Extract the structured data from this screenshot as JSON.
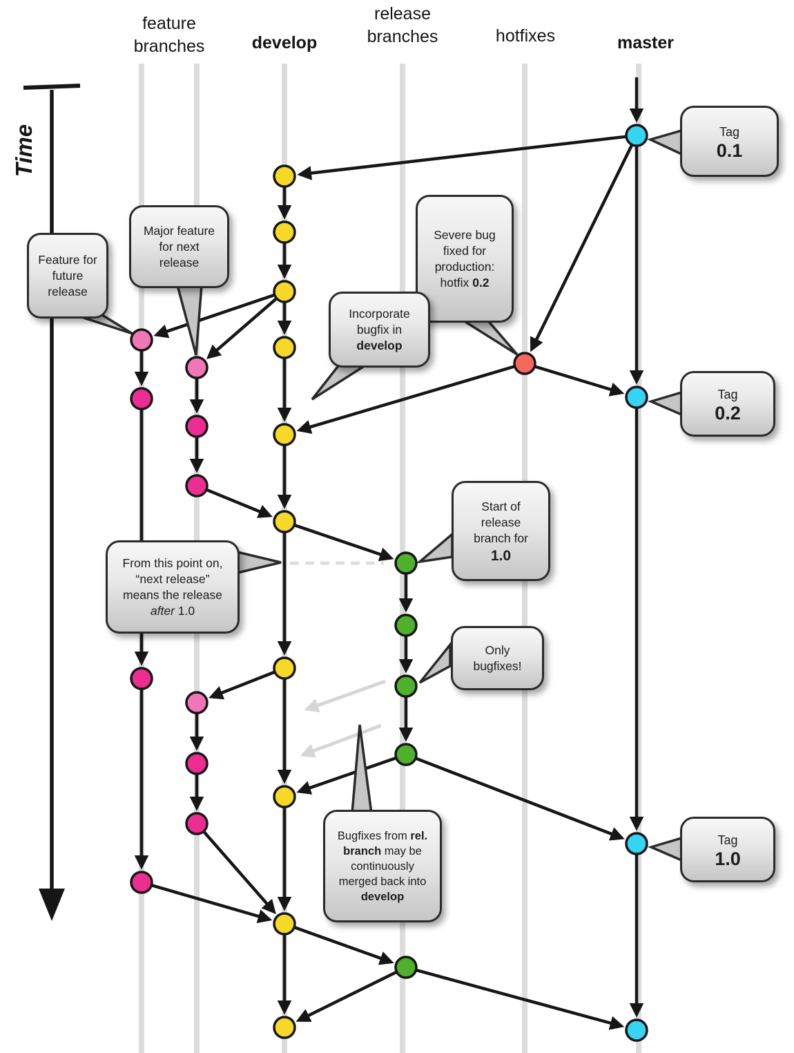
{
  "header": {
    "feature": {
      "line1": "feature",
      "line2": "branches"
    },
    "develop": "develop",
    "release": {
      "line1": "release",
      "line2": "branches"
    },
    "hotfixes": "hotfixes",
    "master": "master"
  },
  "time_label": "Time",
  "colors": {
    "master": "#35d4f2",
    "develop": "#f6d927",
    "release": "#4fb02b",
    "hotfix": "#f6685e",
    "feature_light": "#f277b5",
    "feature_dark": "#ee2d92",
    "lane": "#dcdcdc",
    "faded_arrow": "#d6d6d6",
    "arrow": "#161616",
    "bubble_border": "#2a2a2a"
  },
  "callouts": {
    "tag01": {
      "line1": "Tag",
      "line2": "0.1"
    },
    "tag02": {
      "line1": "Tag",
      "line2": "0.2"
    },
    "tag10": {
      "line1": "Tag",
      "line2": "1.0"
    },
    "major_feature": {
      "text": "Major feature for next release"
    },
    "feature_future": {
      "text": "Feature for future release"
    },
    "severe_bug": {
      "text": "Severe bug fixed for production: hotfix",
      "bold": "0.2"
    },
    "incorporate": {
      "text": "Incorporate bugfix in",
      "bold": "develop"
    },
    "start_release": {
      "text": "Start of release branch for",
      "bold": "1.0"
    },
    "from_this_point": {
      "t1": "From this point on, “next release” means the release",
      "italic": "after",
      "t2": "1.0"
    },
    "only_bugfixes": {
      "text": "Only bugfixes!"
    },
    "bugfixes_from": {
      "t1": "Bugfixes from",
      "b1": "rel. branch",
      "t2": "may be continuously merged back into",
      "b2": "develop"
    }
  },
  "graph": {
    "type": "git-flow-branching-model",
    "tags": [
      "0.1",
      "0.2",
      "1.0"
    ],
    "nodes": [
      {
        "id": "m1",
        "branch": "master",
        "color": "master"
      },
      {
        "id": "m2",
        "branch": "master",
        "color": "master"
      },
      {
        "id": "m3",
        "branch": "master",
        "color": "master"
      },
      {
        "id": "m4",
        "branch": "master",
        "color": "master"
      },
      {
        "id": "h1",
        "branch": "hotfix",
        "color": "hotfix"
      },
      {
        "id": "d1",
        "branch": "develop",
        "color": "develop"
      },
      {
        "id": "d2",
        "branch": "develop",
        "color": "develop"
      },
      {
        "id": "d3",
        "branch": "develop",
        "color": "develop"
      },
      {
        "id": "d4",
        "branch": "develop",
        "color": "develop"
      },
      {
        "id": "d5",
        "branch": "develop",
        "color": "develop"
      },
      {
        "id": "d6",
        "branch": "develop",
        "color": "develop"
      },
      {
        "id": "d7",
        "branch": "develop",
        "color": "develop"
      },
      {
        "id": "d8",
        "branch": "develop",
        "color": "develop"
      },
      {
        "id": "d9",
        "branch": "develop",
        "color": "develop"
      },
      {
        "id": "d10",
        "branch": "develop",
        "color": "develop"
      },
      {
        "id": "r1",
        "branch": "release",
        "color": "release"
      },
      {
        "id": "r2",
        "branch": "release",
        "color": "release"
      },
      {
        "id": "r3",
        "branch": "release",
        "color": "release"
      },
      {
        "id": "r4",
        "branch": "release",
        "color": "release"
      },
      {
        "id": "r5",
        "branch": "release",
        "color": "release"
      },
      {
        "id": "f1",
        "branch": "feature",
        "color": "feature_light"
      },
      {
        "id": "f2",
        "branch": "feature",
        "color": "feature_dark"
      },
      {
        "id": "f3",
        "branch": "feature",
        "color": "feature_dark"
      },
      {
        "id": "f4",
        "branch": "feature",
        "color": "feature_dark"
      },
      {
        "id": "g1",
        "branch": "feature",
        "color": "feature_light"
      },
      {
        "id": "g2",
        "branch": "feature",
        "color": "feature_dark"
      },
      {
        "id": "g3",
        "branch": "feature",
        "color": "feature_dark"
      },
      {
        "id": "g4",
        "branch": "feature",
        "color": "feature_light"
      },
      {
        "id": "g5",
        "branch": "feature",
        "color": "feature_dark"
      },
      {
        "id": "g6",
        "branch": "feature",
        "color": "feature_dark"
      }
    ],
    "edges": [
      {
        "from": "m1",
        "to": "d1"
      },
      {
        "from": "m1",
        "to": "h1"
      },
      {
        "from": "m1",
        "to": "m2"
      },
      {
        "from": "h1",
        "to": "m2"
      },
      {
        "from": "h1",
        "to": "d5"
      },
      {
        "from": "m2",
        "to": "m3"
      },
      {
        "from": "m3",
        "to": "m4"
      },
      {
        "from": "d1",
        "to": "d2"
      },
      {
        "from": "d2",
        "to": "d3"
      },
      {
        "from": "d3",
        "to": "d4"
      },
      {
        "from": "d4",
        "to": "d5"
      },
      {
        "from": "d5",
        "to": "d6"
      },
      {
        "from": "d6",
        "to": "d7"
      },
      {
        "from": "d7",
        "to": "d8"
      },
      {
        "from": "d8",
        "to": "d9"
      },
      {
        "from": "d9",
        "to": "d10"
      },
      {
        "from": "d3",
        "to": "f1"
      },
      {
        "from": "d3",
        "to": "g1"
      },
      {
        "from": "f1",
        "to": "f2"
      },
      {
        "from": "f2",
        "to": "f3"
      },
      {
        "from": "f3",
        "to": "f4"
      },
      {
        "from": "f4",
        "to": "d9"
      },
      {
        "from": "g1",
        "to": "g2"
      },
      {
        "from": "g2",
        "to": "g3"
      },
      {
        "from": "g3",
        "to": "d6"
      },
      {
        "from": "d6",
        "to": "r1"
      },
      {
        "from": "r1",
        "to": "r2"
      },
      {
        "from": "r2",
        "to": "r3"
      },
      {
        "from": "r3",
        "to": "r4"
      },
      {
        "from": "r4",
        "to": "d8"
      },
      {
        "from": "r4",
        "to": "m3"
      },
      {
        "from": "d7",
        "to": "g4"
      },
      {
        "from": "g4",
        "to": "g5"
      },
      {
        "from": "g5",
        "to": "g6"
      },
      {
        "from": "g6",
        "to": "d9"
      },
      {
        "from": "d9",
        "to": "r5"
      },
      {
        "from": "r5",
        "to": "d10"
      },
      {
        "from": "r5",
        "to": "m4"
      }
    ]
  }
}
